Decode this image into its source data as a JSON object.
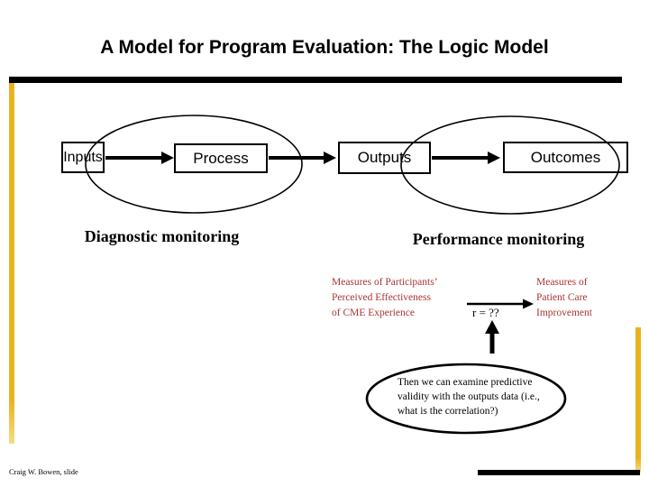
{
  "slide": {
    "title": "A Model for Program Evaluation: The Logic Model",
    "credit": "Craig W. Bowen, slide"
  },
  "colors": {
    "accent_gold": "#E9B31E",
    "measure_text_red": "#A83434",
    "line_black": "#000000",
    "background": "#FFFFFF"
  },
  "flow": {
    "nodes": [
      {
        "label": "Inputs"
      },
      {
        "label": "Process"
      },
      {
        "label": "Outputs"
      },
      {
        "label": "Outcomes"
      }
    ]
  },
  "monitoring": {
    "diagnostic": "Diagnostic monitoring",
    "performance": "Performance monitoring"
  },
  "measures": {
    "participants": {
      "lines": [
        "Measures of Participants’",
        "Perceived Effectiveness",
        "of CME Experience"
      ]
    },
    "patient_care": {
      "lines": [
        "Measures of",
        "Patient Care",
        "Improvement"
      ]
    },
    "correlation": "r = ??"
  },
  "callout": {
    "lines": [
      "Then we can examine predictive",
      "validity with the outputs data (i.e.,",
      "what is the correlation?)"
    ]
  }
}
